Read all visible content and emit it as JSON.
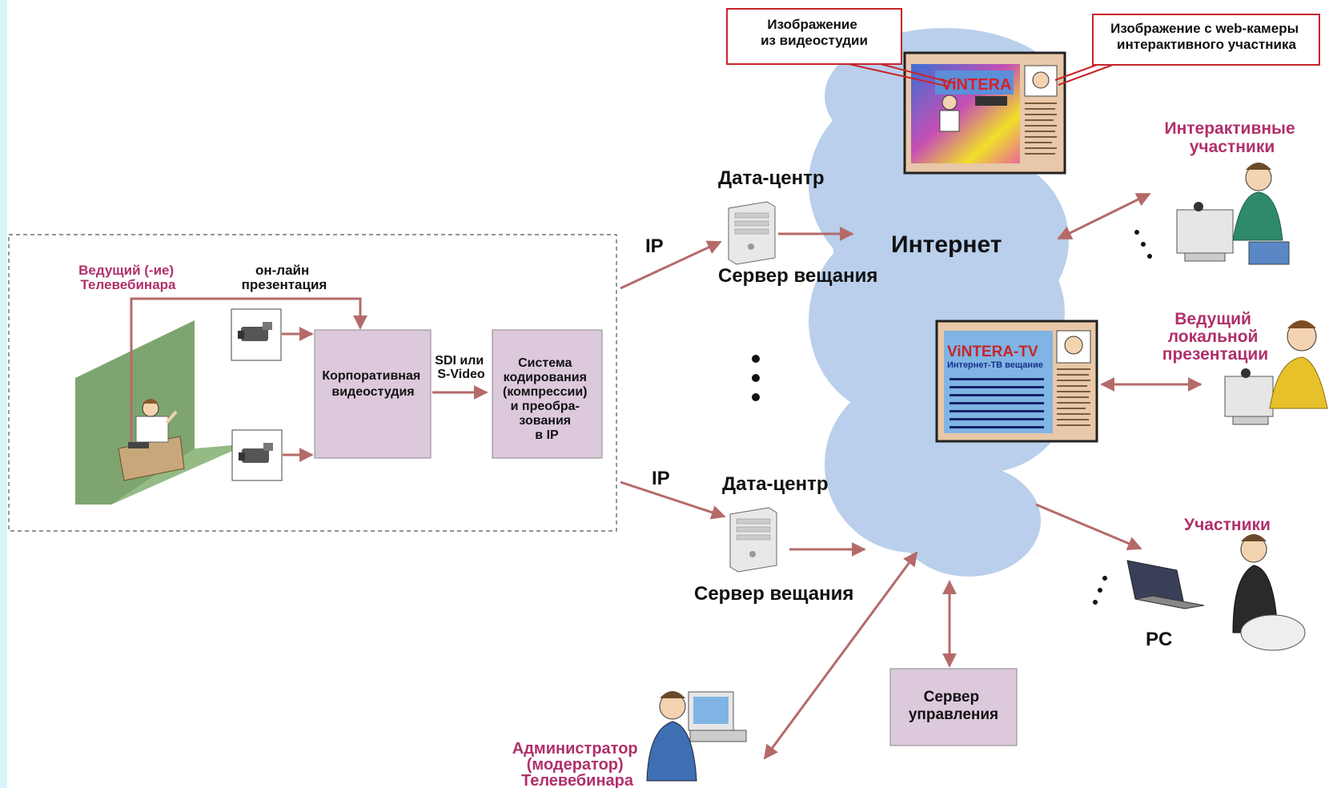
{
  "studio": {
    "host_label": [
      "Ведущий (-ие)",
      "Телевебинара"
    ],
    "online_label": [
      "он-лайн",
      "презентация"
    ],
    "corp_studio": [
      "Корпоративная",
      "видеостудия"
    ],
    "sdi_label": [
      "SDI или",
      "S-Video"
    ],
    "encoder": [
      "Система",
      "кодирования",
      "(компрессии)",
      "и преобра-",
      "зования",
      "в IP"
    ]
  },
  "datacenters": [
    {
      "ip": "IP",
      "title": "Дата-центр",
      "server": "Сервер вещания"
    },
    {
      "ip": "IP",
      "title": "Дата-центр",
      "server": "Сервер вещания"
    }
  ],
  "internet": "Интернет",
  "callouts": {
    "studio_image": [
      "Изображение",
      "из видеостудии"
    ],
    "webcam_image": [
      "Изображение с web-камеры",
      "интерактивного участника"
    ]
  },
  "screens": {
    "top_brand": "ViNTERA",
    "bottom_brand": "ViNTERA-TV",
    "bottom_sub": "Интернет-ТВ вещание"
  },
  "participants": {
    "interactive": [
      "Интерактивные",
      "участники"
    ],
    "local_host": [
      "Ведущий",
      "локальной",
      "презентации"
    ],
    "participants": "Участники",
    "pc": "PC"
  },
  "control_server": [
    "Сервер",
    "управления"
  ],
  "admin": [
    "Администратор",
    "(модератор)",
    "Телевебинара"
  ],
  "colors": {
    "accent_magenta": "#b0306a",
    "arrow": "#b56a6a",
    "box_fill": "#dcc9dc",
    "cloud": "#b9cfeb",
    "green_wall": "#7ea56f",
    "callout_red": "#c8252a",
    "left_strip": "#d6f6fa"
  }
}
